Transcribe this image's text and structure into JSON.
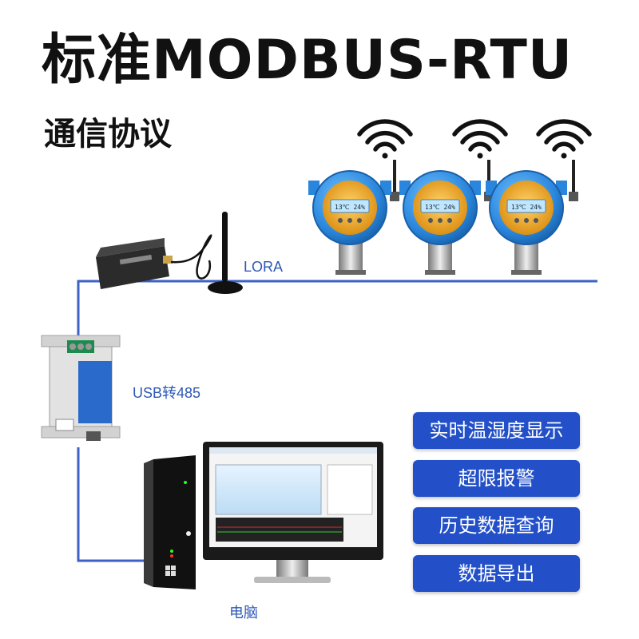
{
  "header": {
    "title": "标准MODBUS-RTU",
    "subtitle": "通信协议"
  },
  "labels": {
    "lora": "LORA",
    "usb485": "USB转485",
    "computer": "电脑"
  },
  "features": [
    {
      "label": "实时温湿度显示"
    },
    {
      "label": "超限报警"
    },
    {
      "label": "历史数据查询"
    },
    {
      "label": "数据导出"
    }
  ],
  "detector_display": "13℃ 24%",
  "colors": {
    "line": "#3b62c4",
    "button": "#2350c8",
    "detector_body": "#2f8fe0",
    "detector_face": "#e8a21c"
  }
}
